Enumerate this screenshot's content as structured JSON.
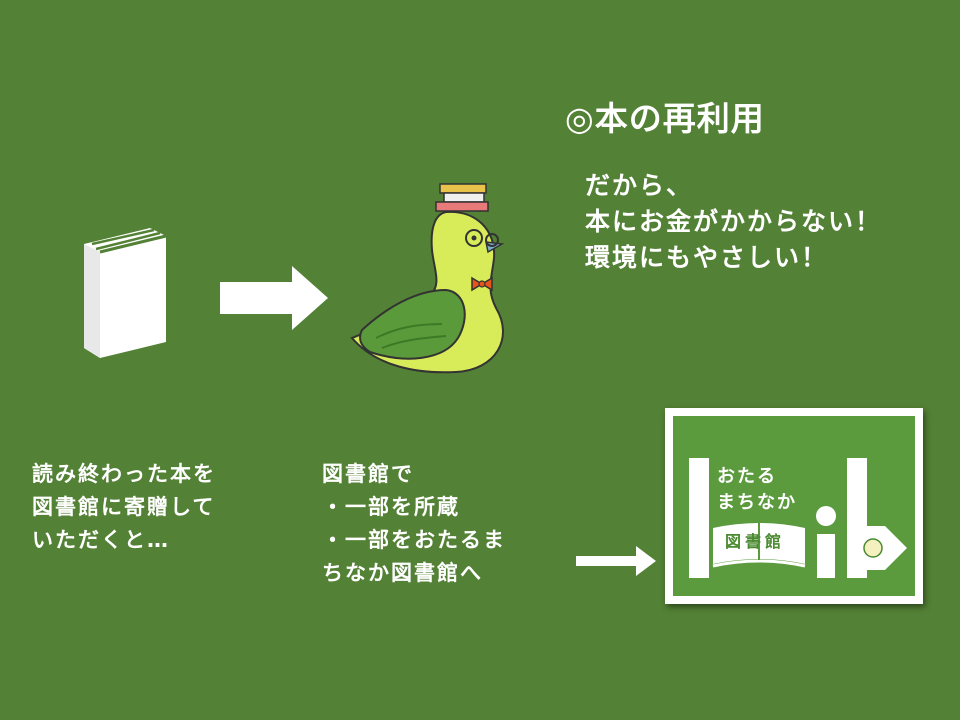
{
  "title": "◎本の再利用",
  "benefits": [
    "だから、",
    "本にお金がかからない！",
    "環境にもやさしい！"
  ],
  "step1": [
    "読み終わった本を",
    "図書館に寄贈して",
    "いただくと…"
  ],
  "step2": [
    "図書館で",
    "・一部を所蔵",
    "・一部をおたるま",
    "ちなか図書館へ"
  ],
  "logo": {
    "line1": "おたる",
    "line2": "まちなか",
    "library": "図書館"
  },
  "icons": {
    "book": "book-icon",
    "arrow": "arrow-right-icon",
    "mascot": "pigeon-mascot-icon"
  },
  "colors": {
    "background": "#538135",
    "logo_green": "#5b9a3d",
    "mascot_body": "#d8ec5a",
    "bow_tie": "#e8541b"
  }
}
